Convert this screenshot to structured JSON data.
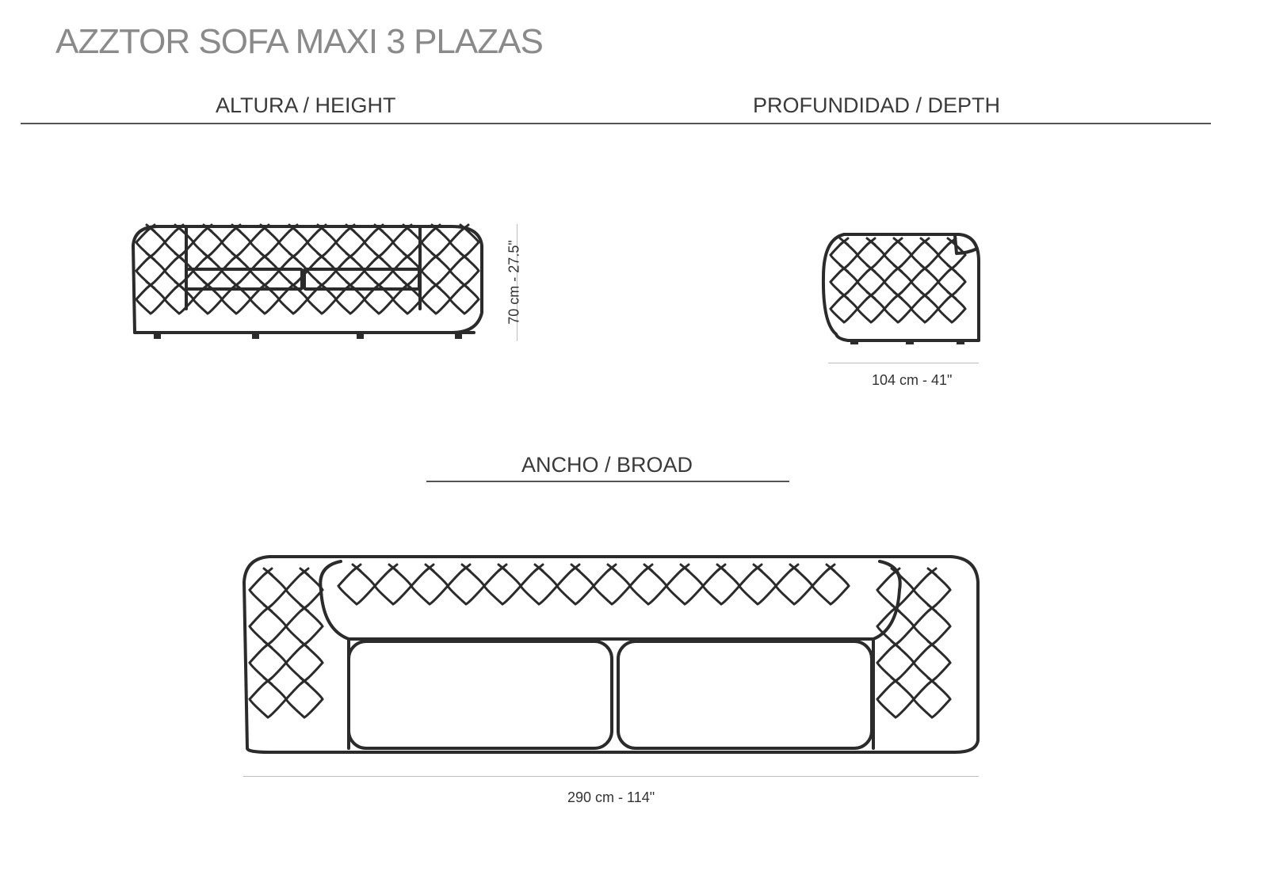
{
  "title": "AZZTOR SOFA MAXI 3 PLAZAS",
  "sections": {
    "height": {
      "label": "ALTURA / HEIGHT",
      "dimension": "70 cm - 27.5\""
    },
    "depth": {
      "label": "PROFUNDIDAD / DEPTH",
      "dimension": "104 cm - 41\""
    },
    "broad": {
      "label": "ANCHO / BROAD",
      "dimension": "290 cm - 114\""
    }
  },
  "colors": {
    "title": "#8a8a8a",
    "label": "#3a3a3a",
    "stroke": "#2b2b2b"
  }
}
